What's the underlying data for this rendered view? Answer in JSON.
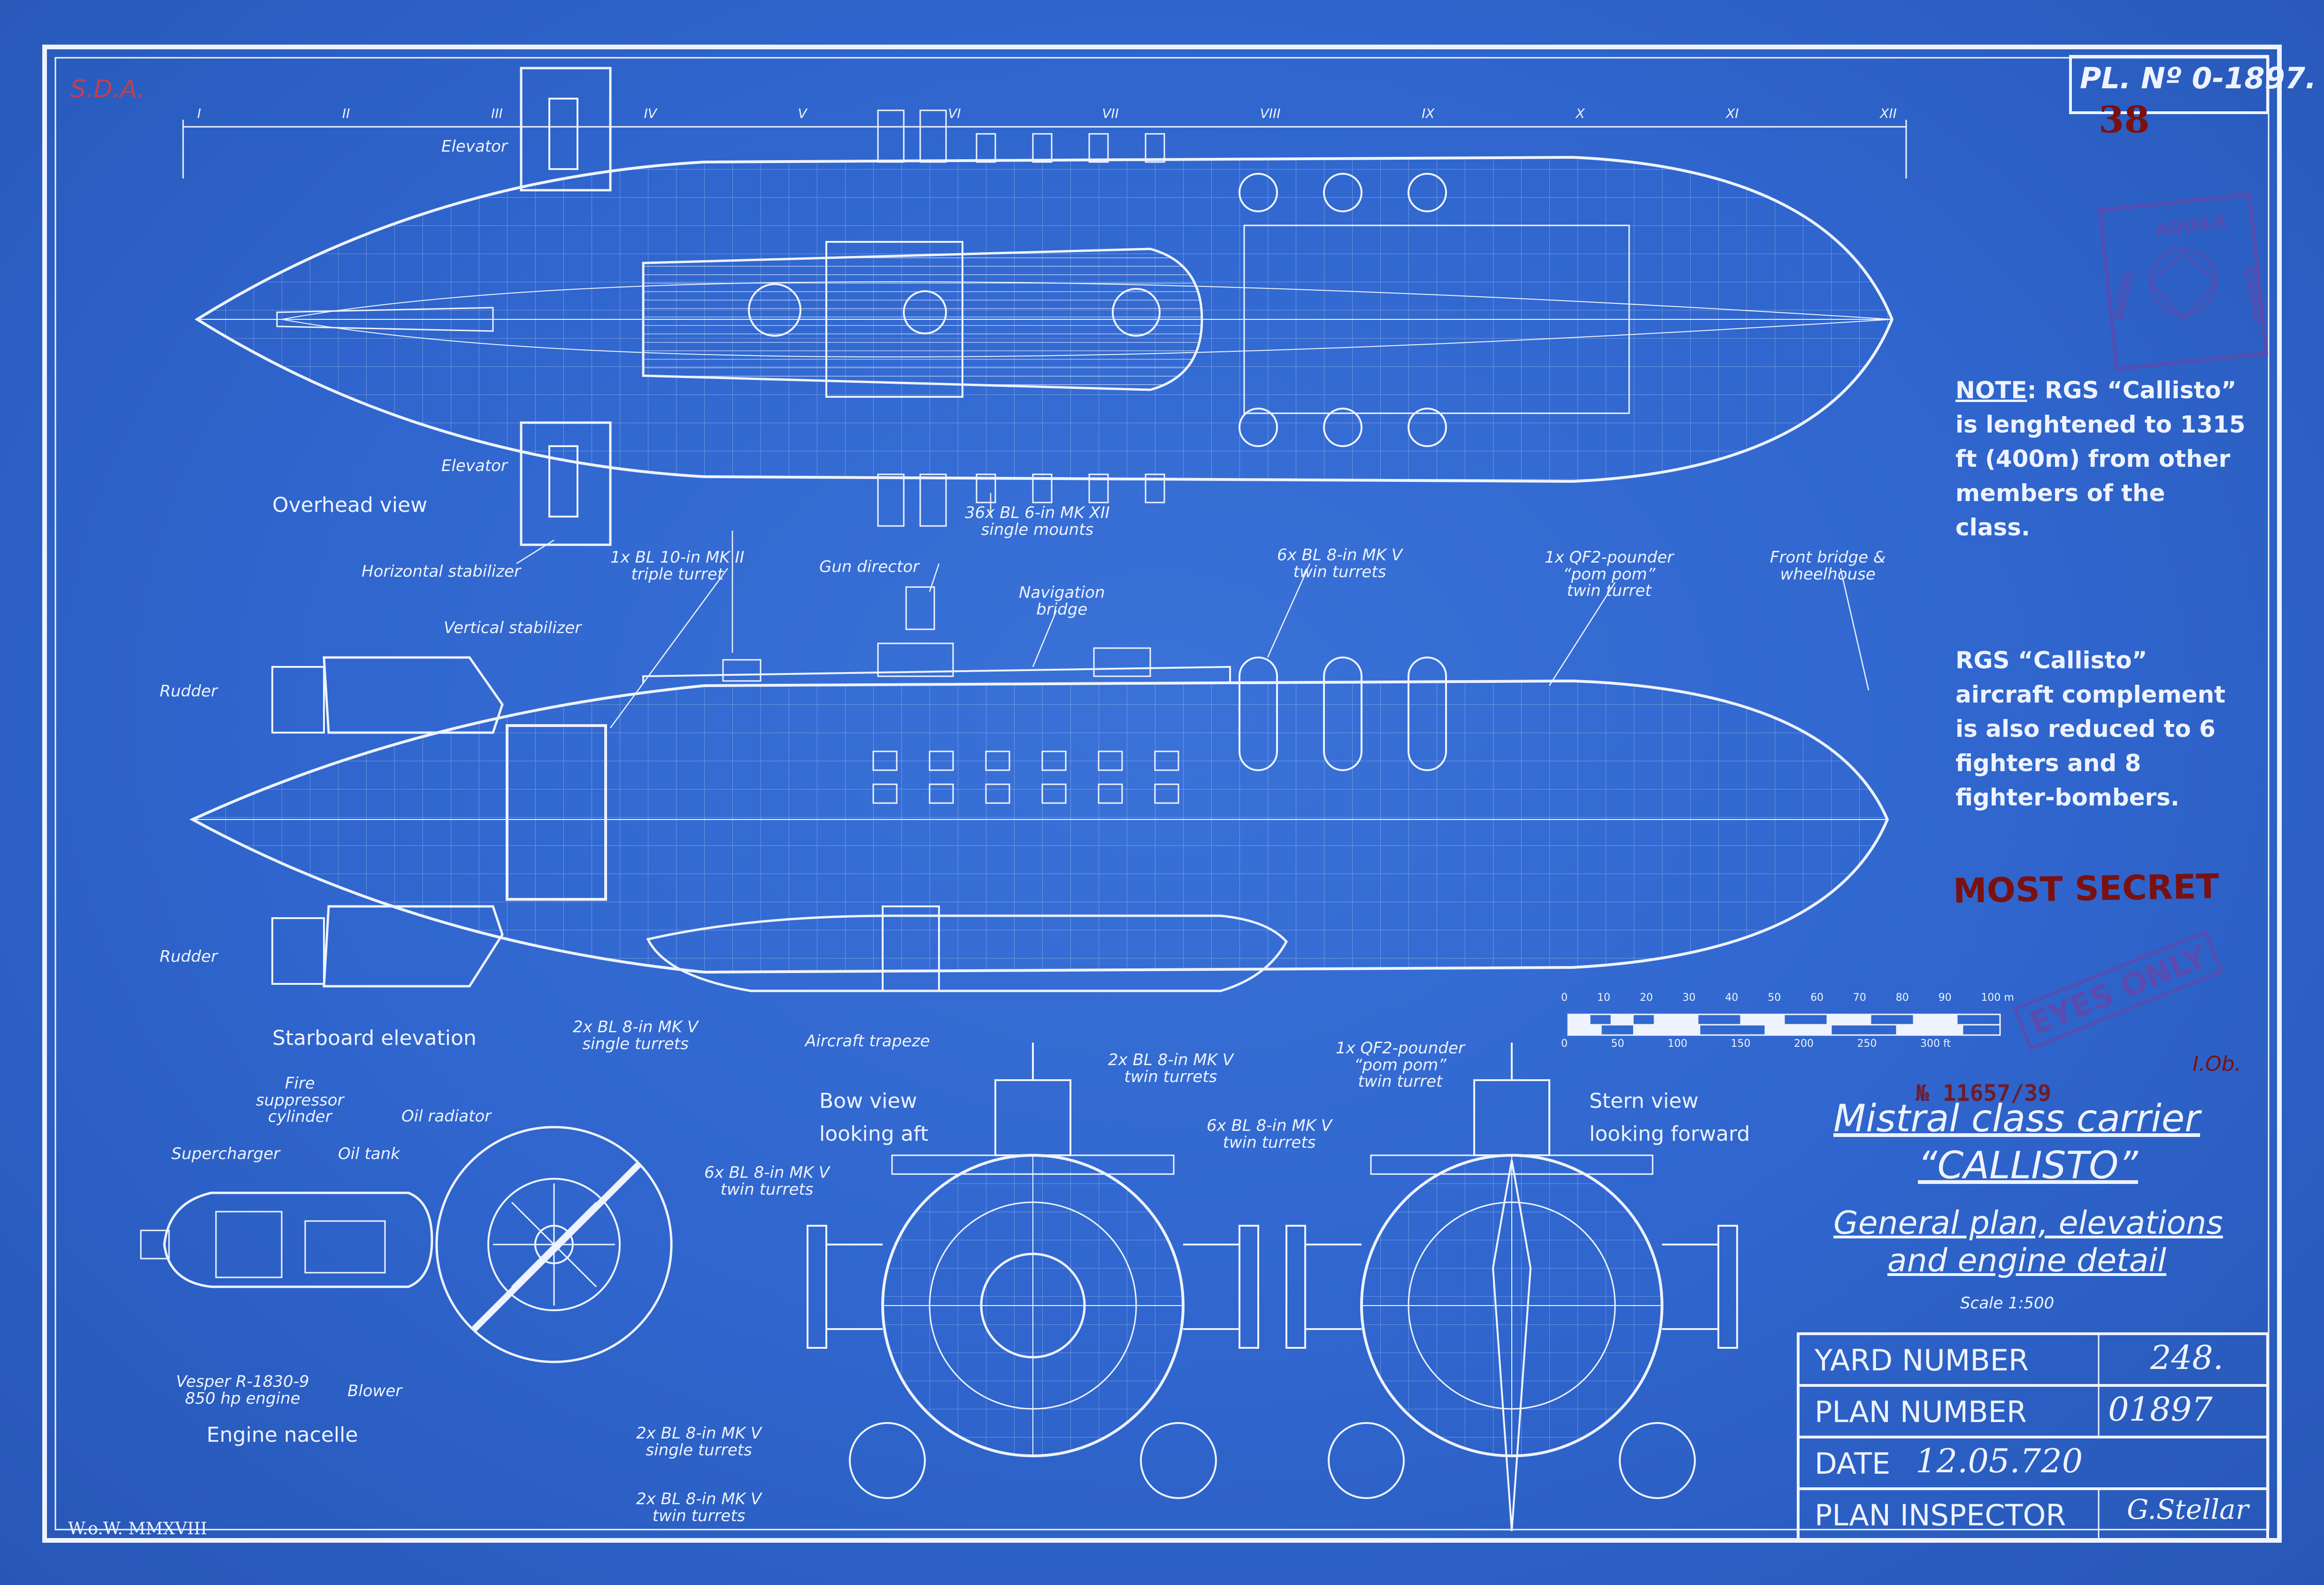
{
  "plan_no": "PL. Nº 0-1897.",
  "sheet_no": "38",
  "corner_initials": "S.D.A.",
  "stamp": {
    "top": "AQUILA",
    "left": "ROYAL",
    "right": "GUARD"
  },
  "frame_letters": [
    "I",
    "II",
    "III",
    "IV",
    "V",
    "VI",
    "VII",
    "VIII",
    "IX",
    "X",
    "XI",
    "XII"
  ],
  "notes": {
    "note1_head": "NOTE",
    "note1_body": ": RGS “Callisto” is lenghtened to 1315 ft (400m) from other members of the class.",
    "note2": "RGS “Callisto” aircraft complement is also reduced to 6 fighters and 8 fighter-bombers."
  },
  "most_secret": "MOST SECRET",
  "eyes_only": "EYES ONLY",
  "serial_stamp": "№ 11657/39",
  "inspector_initials": "I.Ob.",
  "captions": {
    "overhead": "Overhead view",
    "starboard": "Starboard elevation",
    "engine": "Engine nacelle",
    "bow": "Bow view\nlooking aft",
    "stern": "Stern view\nlooking forward"
  },
  "labels": {
    "elevator_top": "Elevator",
    "elevator_bottom": "Elevator",
    "horizontal_stabilizer": "Horizontal stabilizer",
    "vertical_stabilizer": "Vertical stabilizer",
    "rudder_top": "Rudder",
    "rudder_bottom": "Rudder",
    "turret_10in": "1x BL 10-in MK II\ntriple turret",
    "gun_director": "Gun director",
    "guns_6in": "36x BL 6-in MK XII\nsingle mounts",
    "nav_bridge": "Navigation\nbridge",
    "turrets_8in_twin": "6x BL 8-in MK V\ntwin turrets",
    "pompom_top": "1x QF2-pounder\n“pom pom”\ntwin turret",
    "front_bridge": "Front bridge &\nwheelhouse",
    "single_turrets_8in": "2x BL 8-in MK V\nsingle turrets",
    "aircraft_trapeze": "Aircraft trapeze",
    "twin_turrets_8in_2x": "2x BL 8-in MK V\ntwin turrets",
    "pompom_bottom": "1x QF2-pounder\n“pom pom”\ntwin turret",
    "fire_suppressor": "Fire\nsuppressor\ncylinder",
    "oil_radiator": "Oil radiator",
    "supercharger": "Supercharger",
    "oil_tank": "Oil tank",
    "engine_model": "Vesper R-1830-9\n850 hp engine",
    "blower": "Blower",
    "bow_twin_turrets": "6x BL 8-in MK V\ntwin turrets",
    "center_twin_turrets": "6x BL 8-in MK V\ntwin turrets",
    "bow_single_turrets": "2x BL 8-in MK V\nsingle turrets",
    "bow_twin_turrets_2x": "2x BL 8-in MK V\ntwin turrets"
  },
  "scale_bar": {
    "meters": [
      "0",
      "10",
      "20",
      "30",
      "40",
      "50",
      "60",
      "70",
      "80",
      "90",
      "100 m"
    ],
    "feet": [
      "0",
      "50",
      "100",
      "150",
      "200",
      "250",
      "300 ft"
    ]
  },
  "title_block": {
    "line1": "Mistral class carrier",
    "line2": "“CALLISTO”",
    "line3": "General plan, elevations",
    "line4": "and engine detail",
    "scale": "Scale  1:500",
    "rows": [
      {
        "label": "YARD NUMBER",
        "value": "248."
      },
      {
        "label": "PLAN NUMBER",
        "value": "01897"
      },
      {
        "label": "DATE",
        "value": "12.05.720"
      },
      {
        "label": "PLAN INSPECTOR",
        "value": "G.Stellar"
      }
    ]
  },
  "watermark": "W.o.W. MMXVIII",
  "colors": {
    "paper": "#2f63c8",
    "line": "#eef3ff",
    "stamp_red": "#7a1010",
    "stamp_purple": "#5a4bb0"
  }
}
